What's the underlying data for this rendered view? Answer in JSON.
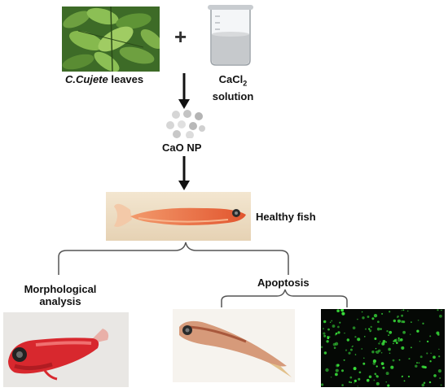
{
  "labels": {
    "leaves_italic": "C.Cujete",
    "leaves_rest": " leaves",
    "plus": "+",
    "cacl2_prefix": "CaCl",
    "cacl2_sub": "2",
    "cacl2_line2": "solution",
    "cao_np": "CaO NP",
    "healthy_fish": "Healthy fish",
    "morph_line1": "Morphological",
    "morph_line2": "analysis",
    "apoptosis": "Apoptosis"
  },
  "colors": {
    "leaf_dark": "#2f5a1f",
    "leaf_light": "#7fb04a",
    "fish_healthy": "#e8603a",
    "fish_red": "#d8282e",
    "fluor_bg": "#050805",
    "fluor_dot": "#39e03a",
    "arrow": "#111111",
    "bracket": "#555555"
  },
  "icons": [
    "leaves-photo",
    "beaker-icon",
    "nanoparticle-icon",
    "fish-photo",
    "fluorescence-micrograph"
  ]
}
